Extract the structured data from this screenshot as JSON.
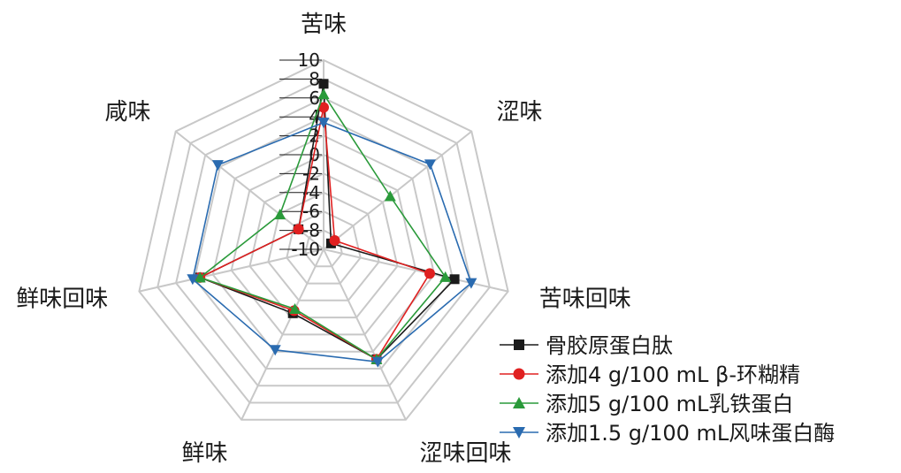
{
  "chart_data": {
    "type": "radar",
    "axes": [
      "苦味",
      "涩味",
      "苦味回味",
      "涩味回味",
      "鲜味",
      "鲜味回味",
      "咸味"
    ],
    "rlim": [
      -10,
      10
    ],
    "ticks": [
      -10,
      -8,
      -6,
      -4,
      -2,
      0,
      2,
      4,
      6,
      8,
      10
    ],
    "tick_labels": [
      "-10",
      "-8",
      "-6",
      "-4",
      "-2",
      "0",
      "2",
      "4",
      "6",
      "8",
      "10"
    ],
    "grid": true,
    "legend_position": "bottom-right",
    "series": [
      {
        "name": "骨胶原蛋白肽",
        "color": "#1a1a1a",
        "marker": "square",
        "values": [
          7.5,
          -9.0,
          4.2,
          2.9,
          -2.5,
          3.4,
          -6.6
        ]
      },
      {
        "name": "添加4 g/100 mL β-环糊精",
        "color": "#e02020",
        "marker": "circle",
        "values": [
          5.0,
          -8.5,
          1.5,
          2.9,
          -2.8,
          3.4,
          -6.6
        ]
      },
      {
        "name": "添加5 g/100 mL乳铁蛋白",
        "color": "#2a9a3a",
        "marker": "triangle-up",
        "values": [
          6.4,
          -1.0,
          3.2,
          2.9,
          -3.0,
          3.4,
          -4.1
        ]
      },
      {
        "name": "添加1.5 g/100 mL风味蛋白酶",
        "color": "#2a6bb0",
        "marker": "triangle-down",
        "values": [
          3.4,
          4.4,
          6.0,
          3.2,
          1.8,
          4.2,
          4.3
        ]
      }
    ]
  }
}
